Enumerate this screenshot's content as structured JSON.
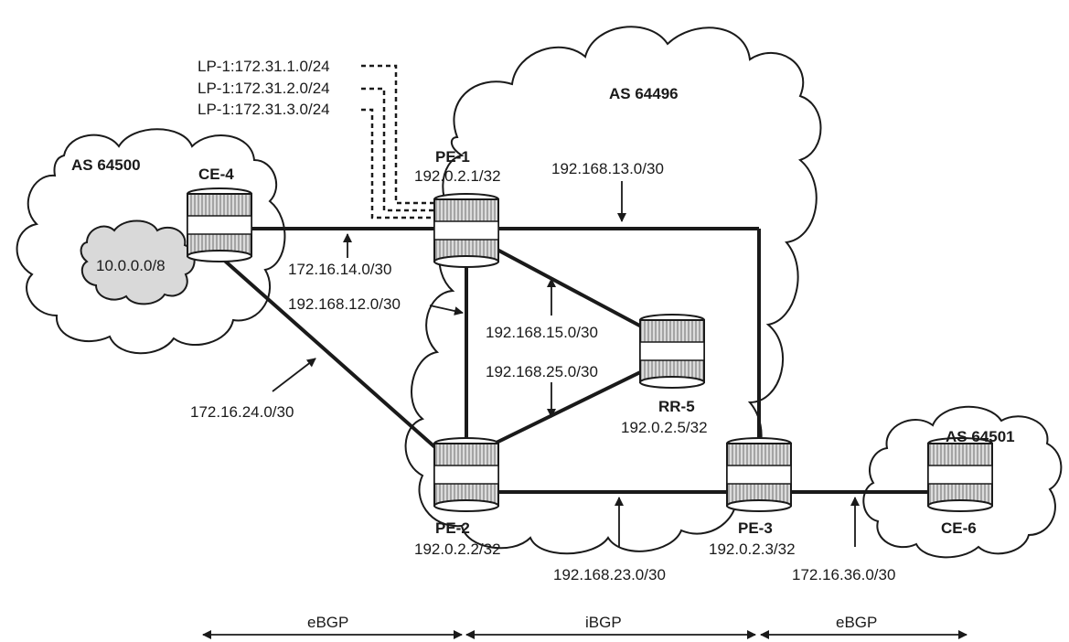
{
  "as_labels": {
    "as64496": "AS 64496",
    "as64500": "AS 64500",
    "as64501": "AS 64501"
  },
  "prefix_cloud": "10.0.0.0/8",
  "routers": {
    "ce4": {
      "name": "CE-4"
    },
    "pe1": {
      "name": "PE-1",
      "address": "192.0.2.1/32"
    },
    "pe2": {
      "name": "PE-2",
      "address": "192.0.2.2/32"
    },
    "pe3": {
      "name": "PE-3",
      "address": "192.0.2.3/32"
    },
    "rr5": {
      "name": "RR-5",
      "address": "192.0.2.5/32"
    },
    "ce6": {
      "name": "CE-6"
    }
  },
  "lp_routes": [
    "LP-1:172.31.1.0/24",
    "LP-1:172.31.2.0/24",
    "LP-1:172.31.3.0/24"
  ],
  "subnets": {
    "pe1_pe3": "192.168.13.0/30",
    "ce4_pe1": "172.16.14.0/30",
    "pe1_pe2": "192.168.12.0/30",
    "pe1_rr5": "192.168.15.0/30",
    "pe2_rr5": "192.168.25.0/30",
    "ce4_pe2": "172.16.24.0/30",
    "pe2_pe3": "192.168.23.0/30",
    "pe3_ce6": "172.16.36.0/30"
  },
  "sessions": {
    "left": "eBGP",
    "middle": "iBGP",
    "right": "eBGP"
  },
  "colors": {
    "line": "#1a1a1a",
    "cloud_fill": "#ffffff",
    "prefix_cloud_fill": "#d9d9d9"
  }
}
